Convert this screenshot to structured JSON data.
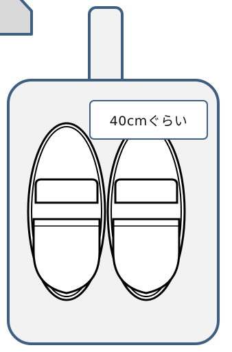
{
  "size_label": "40cmぐらい",
  "colors": {
    "outline": "#3f5f82",
    "bag_fill": "#f2f2f2",
    "corner_fill": "#d9d9d9",
    "shoe_stroke": "#000000",
    "shoe_fill": "#ffffff"
  },
  "icons": [
    "bag-shape",
    "shoe-left-icon",
    "shoe-right-icon",
    "label-tag"
  ]
}
